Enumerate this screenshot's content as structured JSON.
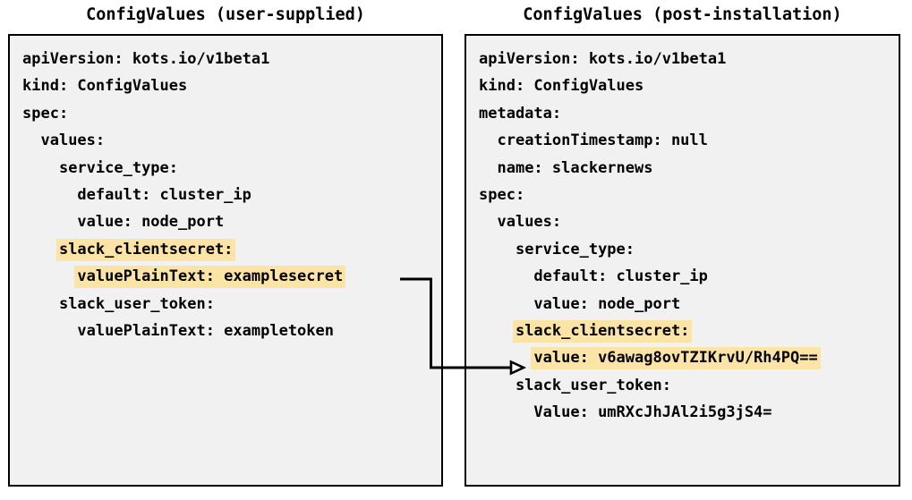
{
  "panels": {
    "left": {
      "title": "ConfigValues (user-supplied)",
      "lines": [
        {
          "text": "apiVersion: kots.io/v1beta1",
          "highlight": false
        },
        {
          "text": "kind: ConfigValues",
          "highlight": false
        },
        {
          "text": "spec:",
          "highlight": false
        },
        {
          "text": "  values:",
          "highlight": false
        },
        {
          "text": "    service_type:",
          "highlight": false
        },
        {
          "text": "      default: cluster_ip",
          "highlight": false
        },
        {
          "text": "      value: node_port",
          "highlight": false
        },
        {
          "text": "    slack_clientsecret:",
          "highlight": true
        },
        {
          "text": "      valuePlainText: examplesecret",
          "highlight": true
        },
        {
          "text": "    slack_user_token:",
          "highlight": false
        },
        {
          "text": "      valuePlainText: exampletoken",
          "highlight": false
        }
      ]
    },
    "right": {
      "title": "ConfigValues (post-installation)",
      "lines": [
        {
          "text": "apiVersion: kots.io/v1beta1",
          "highlight": false
        },
        {
          "text": "kind: ConfigValues",
          "highlight": false
        },
        {
          "text": "metadata:",
          "highlight": false
        },
        {
          "text": "  creationTimestamp: null",
          "highlight": false
        },
        {
          "text": "  name: slackernews",
          "highlight": false
        },
        {
          "text": "spec:",
          "highlight": false
        },
        {
          "text": "  values:",
          "highlight": false
        },
        {
          "text": "    service_type:",
          "highlight": false
        },
        {
          "text": "      default: cluster_ip",
          "highlight": false
        },
        {
          "text": "      value: node_port",
          "highlight": false
        },
        {
          "text": "    slack_clientsecret:",
          "highlight": true
        },
        {
          "text": "      value: v6awag8ovTZIKrvU/Rh4PQ==",
          "highlight": true
        },
        {
          "text": "    slack_user_token:",
          "highlight": false
        },
        {
          "text": "      Value: umRXcJhJAl2i5g3jS4=",
          "highlight": false
        }
      ]
    }
  },
  "connector": {
    "label": "encrypted-value-mapping-arrow",
    "from_line": "      valuePlainText: examplesecret",
    "to_line": "      value: v6awag8ovTZIKrvU/Rh4PQ=="
  },
  "colors": {
    "highlight": "#fce3a6",
    "panel_background": "#f1f1f1",
    "border": "#000000",
    "text": "#000000",
    "page_background": "#ffffff"
  }
}
